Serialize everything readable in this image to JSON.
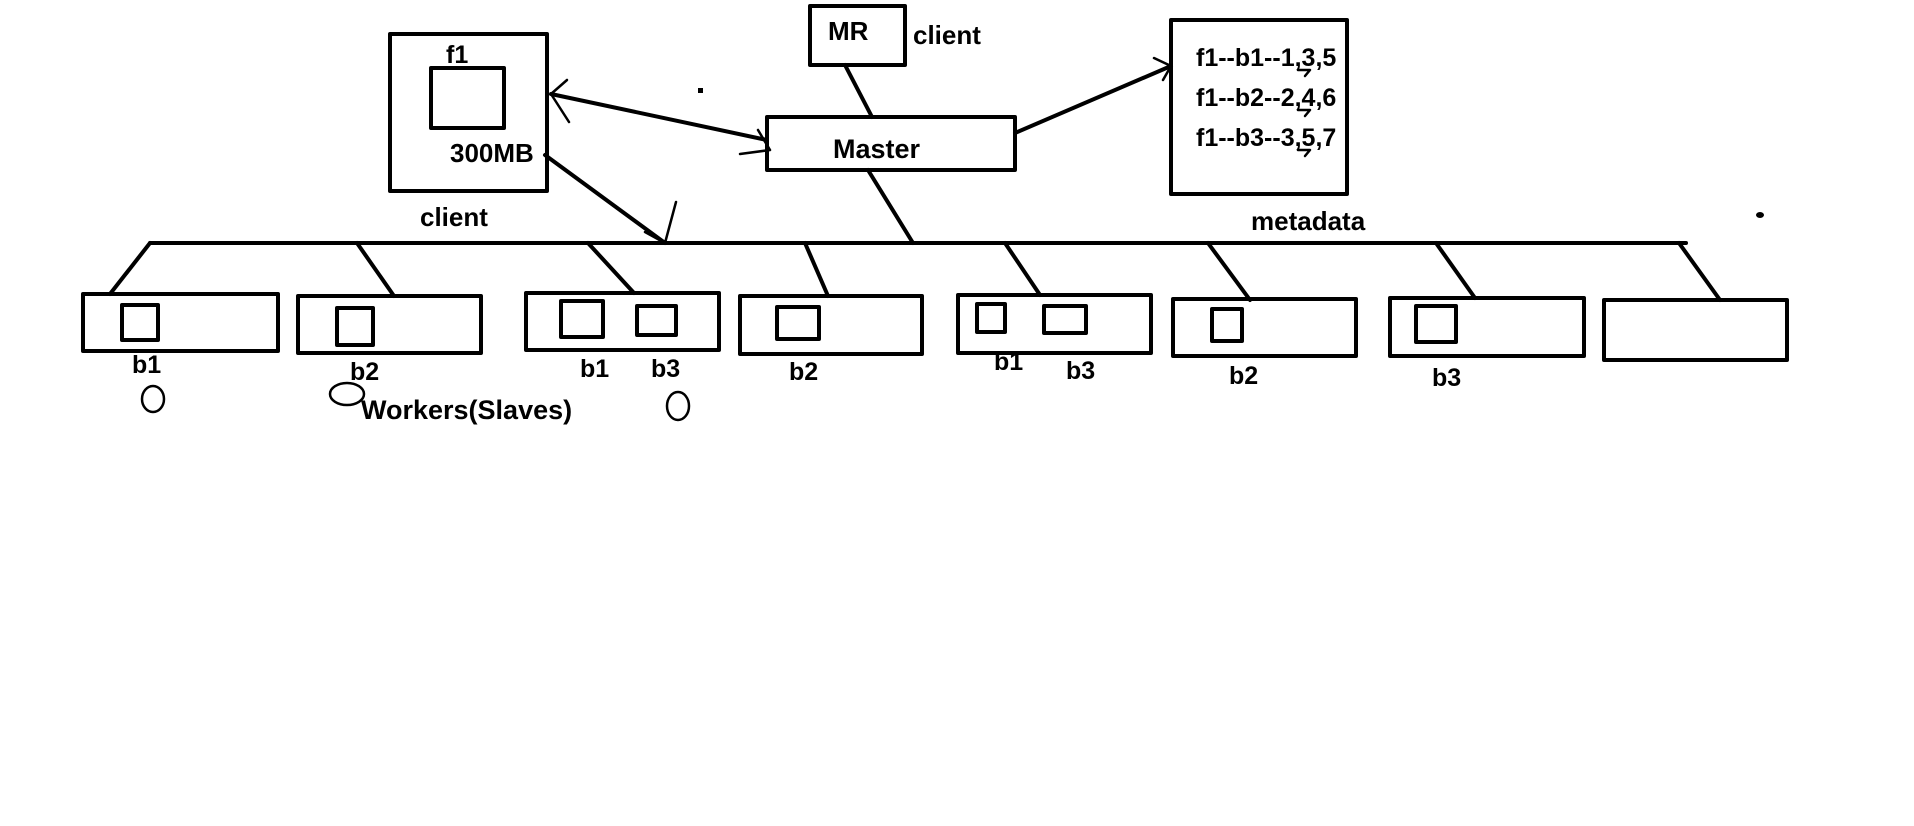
{
  "client_file": {
    "file_name": "f1",
    "size": "300MB",
    "caption": "client"
  },
  "mr_box": {
    "label": "MR",
    "caption": "client"
  },
  "master": {
    "label": "Master"
  },
  "metadata": {
    "lines": [
      "f1--b1--1,3,5",
      "f1--b2--2,4,6",
      "f1--b3--3,5,7"
    ],
    "caption": "metadata"
  },
  "workers": {
    "caption": "Workers(Slaves)",
    "nodes": [
      {
        "blocks": [
          "b1"
        ]
      },
      {
        "blocks": [
          "b2"
        ]
      },
      {
        "blocks": [
          "b1",
          "b3"
        ]
      },
      {
        "blocks": [
          "b2"
        ]
      },
      {
        "blocks": [
          "b1",
          "b3"
        ]
      },
      {
        "blocks": [
          "b2"
        ]
      },
      {
        "blocks": [
          "b3"
        ]
      },
      {
        "blocks": []
      }
    ]
  }
}
